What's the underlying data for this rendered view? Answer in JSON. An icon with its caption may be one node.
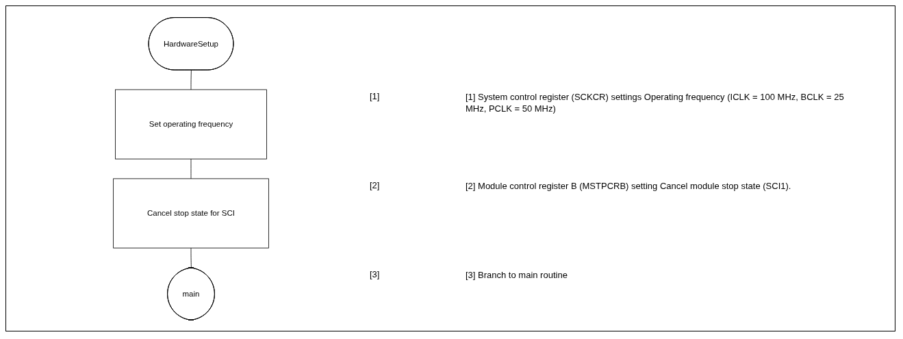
{
  "diagram": {
    "nodes": [
      {
        "text": [
          "HardwareSetup"
        ]
      },
      {
        "text": [
          "Set operating frequency"
        ]
      },
      {
        "text": [
          "Cancel stop state for SCI"
        ]
      },
      {
        "text": [
          "main"
        ]
      }
    ],
    "edges": [
      {
        "from": 0,
        "to": 1,
        "arrow": "none"
      },
      {
        "from": 1,
        "to": 2,
        "arrow": "none"
      },
      {
        "from": 2,
        "to": 3,
        "arrow": "none"
      }
    ],
    "labels": [
      "[1]",
      "[1] System control register (SCKCR) settings Operating frequency (ICLK = 100 MHz, BCLK = 25 MHz, PCLK = 50 MHz)",
      "[2]",
      "[2] Module control register B (MSTPCRB) setting Cancel module stop state (SCI1).",
      "[3]",
      "[3] Branch to main routine"
    ]
  }
}
